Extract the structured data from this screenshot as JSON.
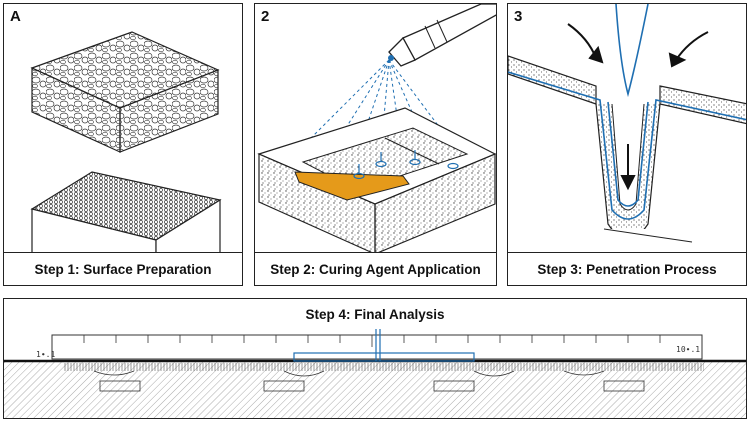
{
  "panels": [
    {
      "tag": "A",
      "caption": "Step 1: Surface Preparation"
    },
    {
      "tag": "2",
      "caption": "Step 2: Curing Agent Application"
    },
    {
      "tag": "3",
      "caption": "Step 3: Penetration Process"
    }
  ],
  "final": {
    "title": "Step 4: Final Analysis",
    "ruler_left": "1∙.1",
    "ruler_right": "10∙.1"
  },
  "colors": {
    "line": "#222222",
    "agent_blue": "#1f6fb2",
    "tape_orange": "#e59a1a"
  }
}
